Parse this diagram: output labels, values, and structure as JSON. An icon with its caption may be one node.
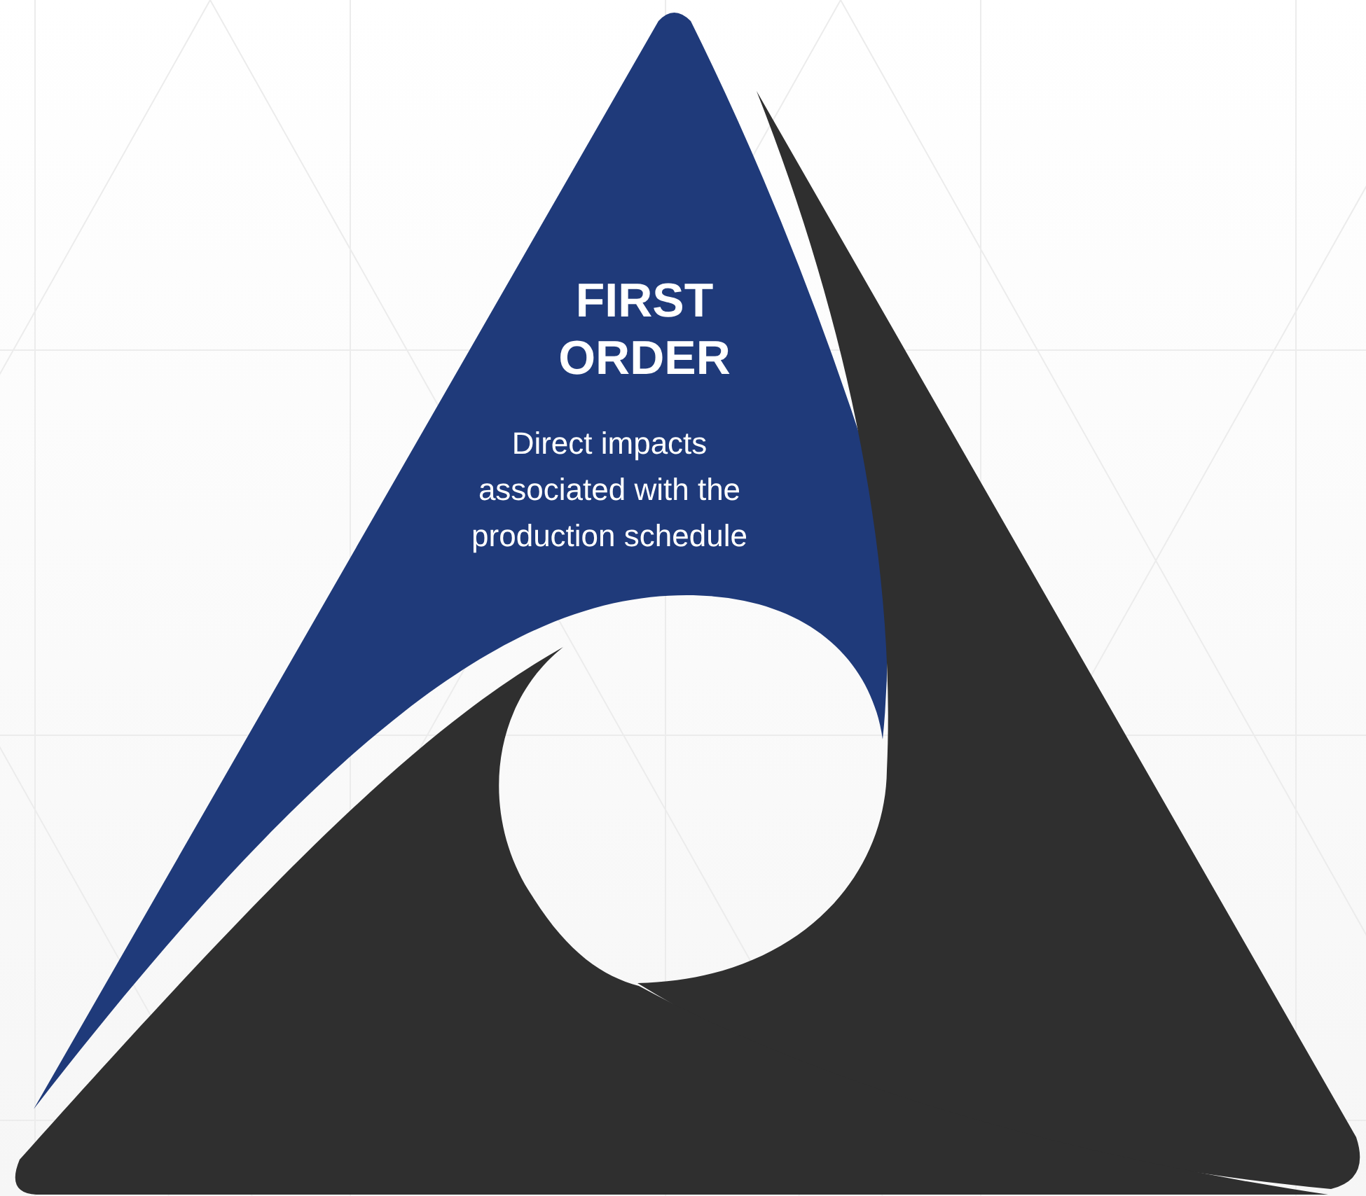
{
  "diagram": {
    "nodes": [
      {
        "text": [
          "FIRST ORDER",
          "Direct impacts associated with the production schedule"
        ]
      },
      {
        "text": [],
        "shape": "triangle"
      },
      {
        "text": [],
        "shape": "triangle"
      }
    ]
  }
}
